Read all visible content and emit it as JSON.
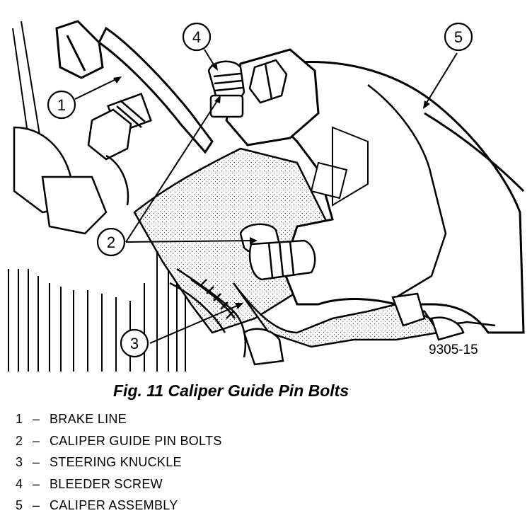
{
  "figure": {
    "id_label": "9305-15",
    "caption": "Fig. 11 Caliper Guide Pin Bolts"
  },
  "callouts": [
    {
      "number": "1",
      "label": "BRAKE LINE"
    },
    {
      "number": "2",
      "label": "CALIPER GUIDE PIN BOLTS"
    },
    {
      "number": "3",
      "label": "STEERING KNUCKLE"
    },
    {
      "number": "4",
      "label": "BLEEDER SCREW"
    },
    {
      "number": "5",
      "label": "CALIPER ASSEMBLY"
    }
  ],
  "legend_separator": "–"
}
